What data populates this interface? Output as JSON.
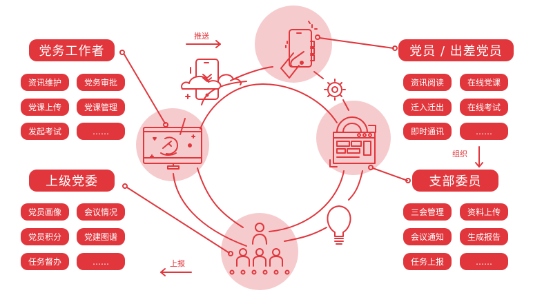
{
  "colors": {
    "accent": "#e0363c",
    "circle_fill": "#f6cbcd",
    "background": "#ffffff"
  },
  "groups": [
    {
      "id": "party-worker",
      "title": "党务工作者",
      "items": [
        "资讯维护",
        "党务审批",
        "党课上传",
        "党课管理",
        "发起考试",
        "……"
      ]
    },
    {
      "id": "superior-committee",
      "title": "上级党委",
      "items": [
        "党员画像",
        "会议情况",
        "党员积分",
        "党建图谱",
        "任务督办",
        "……"
      ]
    },
    {
      "id": "party-member",
      "title": "党员 / 出差党员",
      "items": [
        "资讯阅读",
        "在线党课",
        "迁入迁出",
        "在线考试",
        "即时通讯",
        "……"
      ]
    },
    {
      "id": "branch-committee",
      "title": "支部委员",
      "items": [
        "三会管理",
        "资料上传",
        "会议通知",
        "生成报告",
        "任务上报",
        "……"
      ]
    }
  ],
  "flows": {
    "push": "推送",
    "report": "上报",
    "organize": "组织"
  },
  "icons": [
    "party-emblem-monitor-icon",
    "cloud-phone-icon",
    "hand-phone-icon",
    "gear-icon",
    "gear-web-page-icon",
    "lightbulb-icon",
    "meeting-people-icon"
  ]
}
